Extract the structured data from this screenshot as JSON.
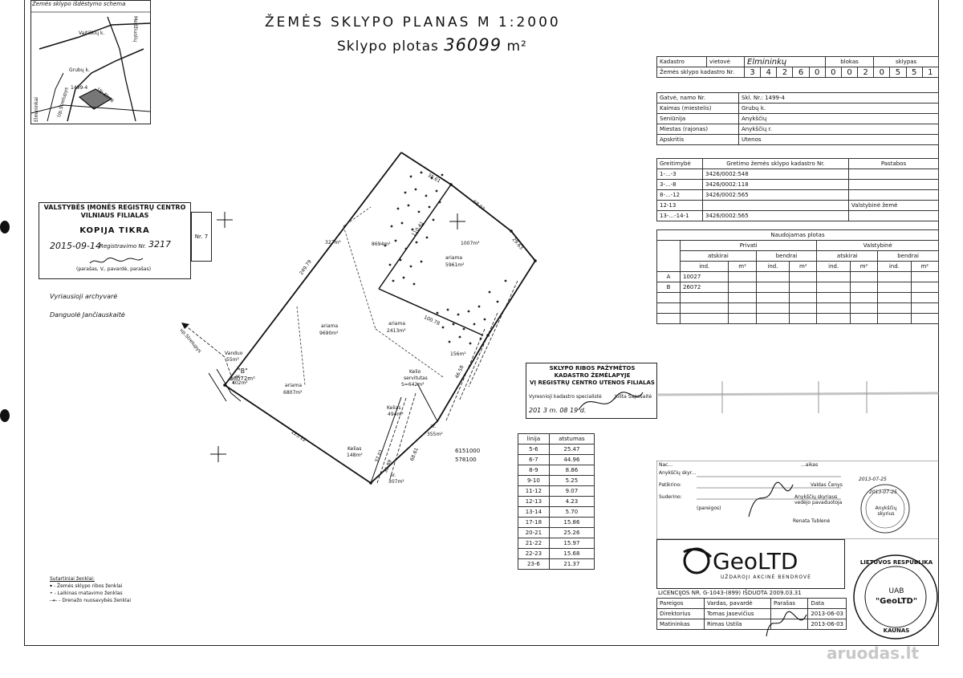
{
  "header": {
    "title": "ŽEMĖS   SKLYPO   PLANAS   M  1:2000",
    "area_label": "Sklypo   plotas",
    "area_value": "36099",
    "area_unit": "m²"
  },
  "location_scheme": {
    "title": "Žemės sklypo išdėstymo schema",
    "labels": [
      "Vaitiškių k.",
      "Medžiuolių",
      "Grubų k.",
      "1499-4",
      "Up.Strelupys",
      "Up.Elmė",
      "Elmininkai"
    ]
  },
  "cadastre": {
    "row1": [
      "Kadastro",
      "vietovė",
      "Elmininkų",
      "blokas",
      "sklypas"
    ],
    "row2_label": "Žemės sklypo kadastro Nr.",
    "digits": [
      "3",
      "4",
      "2",
      "6",
      "0",
      "0",
      "0",
      "2",
      "0",
      "5",
      "5",
      "1"
    ],
    "info": [
      [
        "Gatvė, namo Nr.",
        "Skl. Nr.: 1499-4"
      ],
      [
        "Kaimas (miestelis)",
        "Grubų k."
      ],
      [
        "Seniūnija",
        "Anykščių"
      ],
      [
        "Miestas (rajonas)",
        "Anykščių r."
      ],
      [
        "Apskritis",
        "Utenos"
      ]
    ]
  },
  "neighbors": {
    "headers": [
      "Greitimybė",
      "Gretimo žemės sklypo kadastro Nr.",
      "Pastabos"
    ],
    "rows": [
      [
        "1-...-3",
        "3426/0002:548",
        ""
      ],
      [
        "3-...-8",
        "3426/0002:118",
        ""
      ],
      [
        "8-...-12",
        "3426/0002:565",
        ""
      ],
      [
        "12-13",
        "",
        "Valstybinė žemė"
      ],
      [
        "13-...-14-1",
        "3426/0002:565",
        ""
      ]
    ]
  },
  "usage": {
    "title": "Naudojamas plotas",
    "private": "Privati",
    "state": "Valstybinė",
    "separate": "atskirai",
    "common": "bendrai",
    "ind": "ind.",
    "m2": "m²",
    "rows": [
      [
        "A",
        "10027"
      ],
      [
        "B",
        "26072"
      ]
    ]
  },
  "registry_stamp": {
    "line1": "VALSTYBĖS ĮMONĖS REGISTRŲ CENTRO",
    "line2": "VILNIAUS FILIALAS",
    "line3": "KOPIJA TIKRA",
    "date": "2015-09-14",
    "reg_label": "Registravimo Nr.",
    "reg_no": "3217",
    "nr": "Nr. 7",
    "sign_caption": "(parašas, V., pavardė, parašas)",
    "archivist": "Vyriausioji archyvarė",
    "archivist_name": "Danguolė Jančiauskaitė"
  },
  "boundary_stamp": {
    "l1": "SKLYPO RIBOS PAŽYMĖTOS",
    "l2": "KADASTRO ŽEMĖLAPYJE",
    "l3": "VĮ REGISTRŲ CENTRO UTENOS FILIALAS",
    "l4": "Vyresnioji kadastro specialistė",
    "l5": "Jolita Šapošaitė",
    "l6": "201 3 m.     08    19 d."
  },
  "plot_labels": {
    "parcel_b": "\"B\"",
    "parcel_b_area": "26072m²",
    "arable": [
      [
        "ariama",
        "5961m²"
      ],
      [
        "ariama",
        "9690m²"
      ],
      [
        "ariama",
        "2413m²"
      ],
      [
        "ariama",
        "6807m²"
      ]
    ],
    "forest": "8694m²",
    "small_areas": [
      "327m²",
      "1007m²",
      "156m²",
      "55m²",
      "402m²",
      "494m²",
      "355m²",
      "148m²",
      "307m²"
    ],
    "road_servitude": [
      "Kelio",
      "servitutas",
      "S=642m²"
    ],
    "water": "Vanduo",
    "road": "Kelias",
    "ar": "ar.",
    "river": "up.Strelupys",
    "distances": [
      "38.61",
      "68.97",
      "29.63",
      "249.79",
      "110.41",
      "100.78",
      "125.12",
      "46.58",
      "37.01",
      "36.89",
      "68.61"
    ],
    "coords": [
      "6151000",
      "578100"
    ]
  },
  "line_table": {
    "headers": [
      "linija",
      "atstumas"
    ],
    "rows": [
      [
        "5-6",
        "25.47"
      ],
      [
        "6-7",
        "44.96"
      ],
      [
        "8-9",
        "8.86"
      ],
      [
        "9-10",
        "5.25"
      ],
      [
        "11-12",
        "9.07"
      ],
      [
        "12-13",
        "4.23"
      ],
      [
        "13-14",
        "5.70"
      ],
      [
        "17-18",
        "15.86"
      ],
      [
        "20-21",
        "25.26"
      ],
      [
        "21-22",
        "15.97"
      ],
      [
        "22-23",
        "15.68"
      ],
      [
        "23-6",
        "21.37"
      ]
    ]
  },
  "legend": {
    "title": "Sutartiniai ženklai:",
    "items": [
      "- Žemės sklypo ribos ženklai",
      "- Laikinas matavimo ženklas",
      "- Drenažo nuosavybės ženklai"
    ]
  },
  "signatures": {
    "rows": [
      [
        "Nac...",
        "...aikas"
      ],
      [
        "Anykščių skyr...",
        ""
      ],
      [
        "Patikrino:",
        "Valdas Čenys"
      ],
      [
        "Suderino:",
        "Anykščių skyriaus vedėjo pavaduotoja"
      ],
      [
        "(pareigos)",
        "Renata Tublenė"
      ]
    ],
    "seal_text": "Anykščių skyrius",
    "seal_dates": [
      "2013-07-25",
      "2013-07-25"
    ]
  },
  "geo": {
    "name": "GeoLTD",
    "sub": "UŽDAROJI AKCINĖ BENDROVĖ",
    "license": "LICENCIJOS NR. G-1043-(899)  IŠDUOTA 2009.03.31",
    "table_headers": [
      "Pareigos",
      "Vardas, pavardė",
      "Parašas",
      "Data"
    ],
    "rows": [
      [
        "Direktorius",
        "Tomas Jasevičius",
        "",
        "2013-06-03"
      ],
      [
        "Matininkas",
        "Rimas Ustila",
        "",
        "2013-06-03"
      ]
    ],
    "seal": [
      "LIETUVOS RESPUBLIKA",
      "UAB",
      "\"GeoLTD\"",
      "KAUNAS"
    ]
  },
  "watermark": "aruodas.lt"
}
